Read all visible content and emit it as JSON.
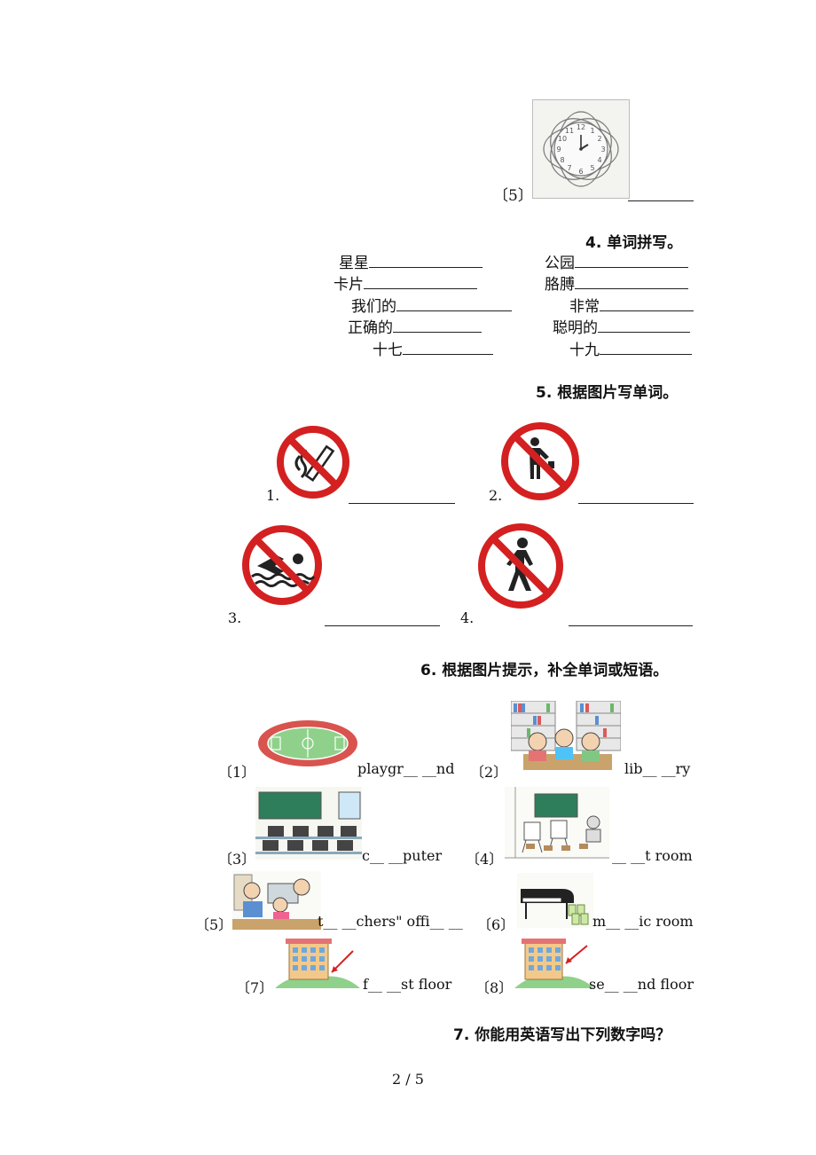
{
  "top_item": {
    "label": "〔5〕",
    "picture": "clock-icon"
  },
  "section4": {
    "title": "4. 单词拼写。",
    "words": [
      "星星",
      "公园",
      "卡片",
      "胳膊",
      "我们的",
      "非常",
      "正确的",
      "聪明的",
      "十七",
      "十九"
    ]
  },
  "section5": {
    "title": "5. 根据图片写单词。",
    "items": [
      {
        "num": "1.",
        "icon": "no-smoking-sign-icon"
      },
      {
        "num": "2.",
        "icon": "no-littering-sign-icon"
      },
      {
        "num": "3.",
        "icon": "no-swimming-sign-icon"
      },
      {
        "num": "4.",
        "icon": "no-walking-sign-icon"
      }
    ]
  },
  "section6": {
    "title": "6. 根据图片提示，补全单词或短语。",
    "items": [
      {
        "label": "〔1〕",
        "word": "playgr__ __nd",
        "icon": "playground-picture"
      },
      {
        "label": "〔2〕",
        "word": "lib__ __ry",
        "icon": "library-picture"
      },
      {
        "label": "〔3〕",
        "word": "c__ __puter",
        "icon": "computer-room-picture"
      },
      {
        "label": "〔4〕",
        "word": "__ __t room",
        "icon": "art-room-picture"
      },
      {
        "label": "〔5〕",
        "word": "t__ __chers\" offi__ __",
        "icon": "teachers-office-picture"
      },
      {
        "label": "〔6〕",
        "word": "m__ __ic room",
        "icon": "music-room-picture"
      },
      {
        "label": "〔7〕",
        "word": "f__ __st floor",
        "icon": "building-first-floor-picture"
      },
      {
        "label": "〔8〕",
        "word": "se__ __nd floor",
        "icon": "building-second-floor-picture"
      }
    ]
  },
  "section7": {
    "title": "7. 你能用英语写出下列数字吗？"
  },
  "footer": {
    "page": "2 / 5"
  },
  "colors": {
    "sign_red": "#d42020",
    "field_green": "#8fd18a",
    "track_red": "#d9534f",
    "board_green": "#2e7d5b"
  }
}
